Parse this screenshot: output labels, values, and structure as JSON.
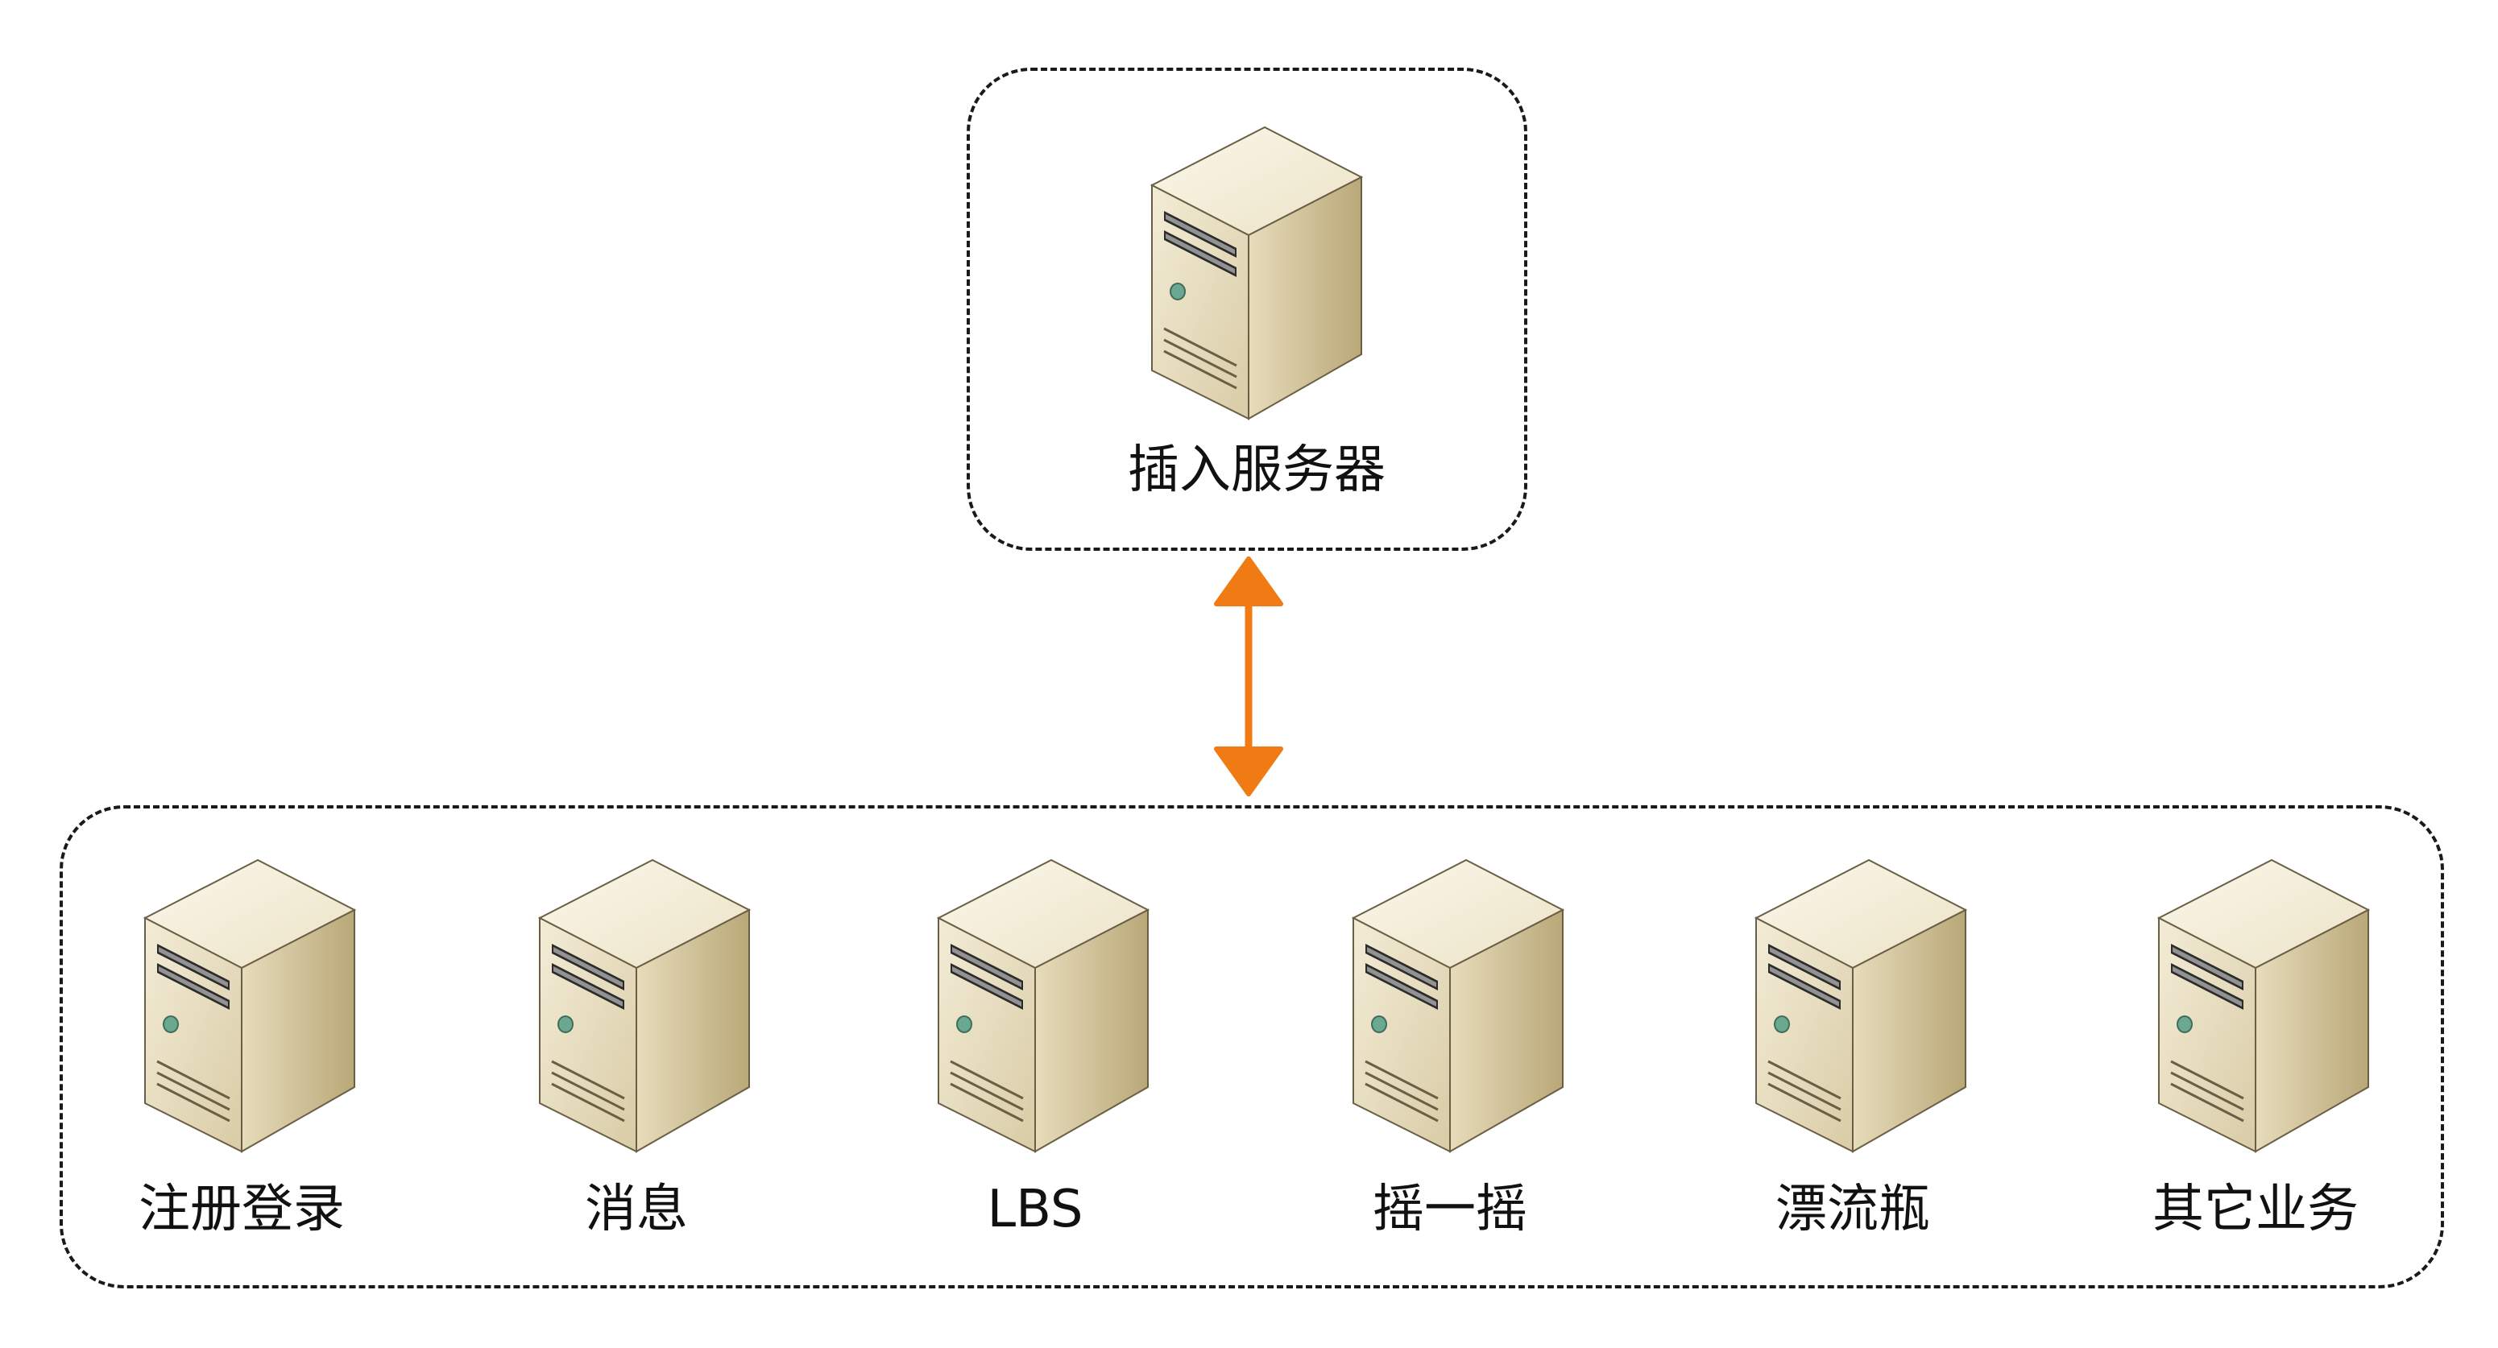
{
  "diagram": {
    "top": {
      "label": "插入服务器",
      "icon": "server-icon"
    },
    "bottom_nodes": [
      {
        "label": "注册登录",
        "icon": "server-icon"
      },
      {
        "label": "消息",
        "icon": "server-icon"
      },
      {
        "label": "LBS",
        "icon": "server-icon"
      },
      {
        "label": "摇一摇",
        "icon": "server-icon"
      },
      {
        "label": "漂流瓶",
        "icon": "server-icon"
      },
      {
        "label": "其它业务",
        "icon": "server-icon"
      }
    ],
    "connector": {
      "type": "bidirectional-arrow",
      "color": "#F07A13"
    },
    "colors": {
      "border": "#1a1a1a",
      "server_front": "#e9e0c6",
      "server_side": "#c8b98f",
      "server_top": "#f4eedb",
      "led": "#6aa892"
    }
  }
}
